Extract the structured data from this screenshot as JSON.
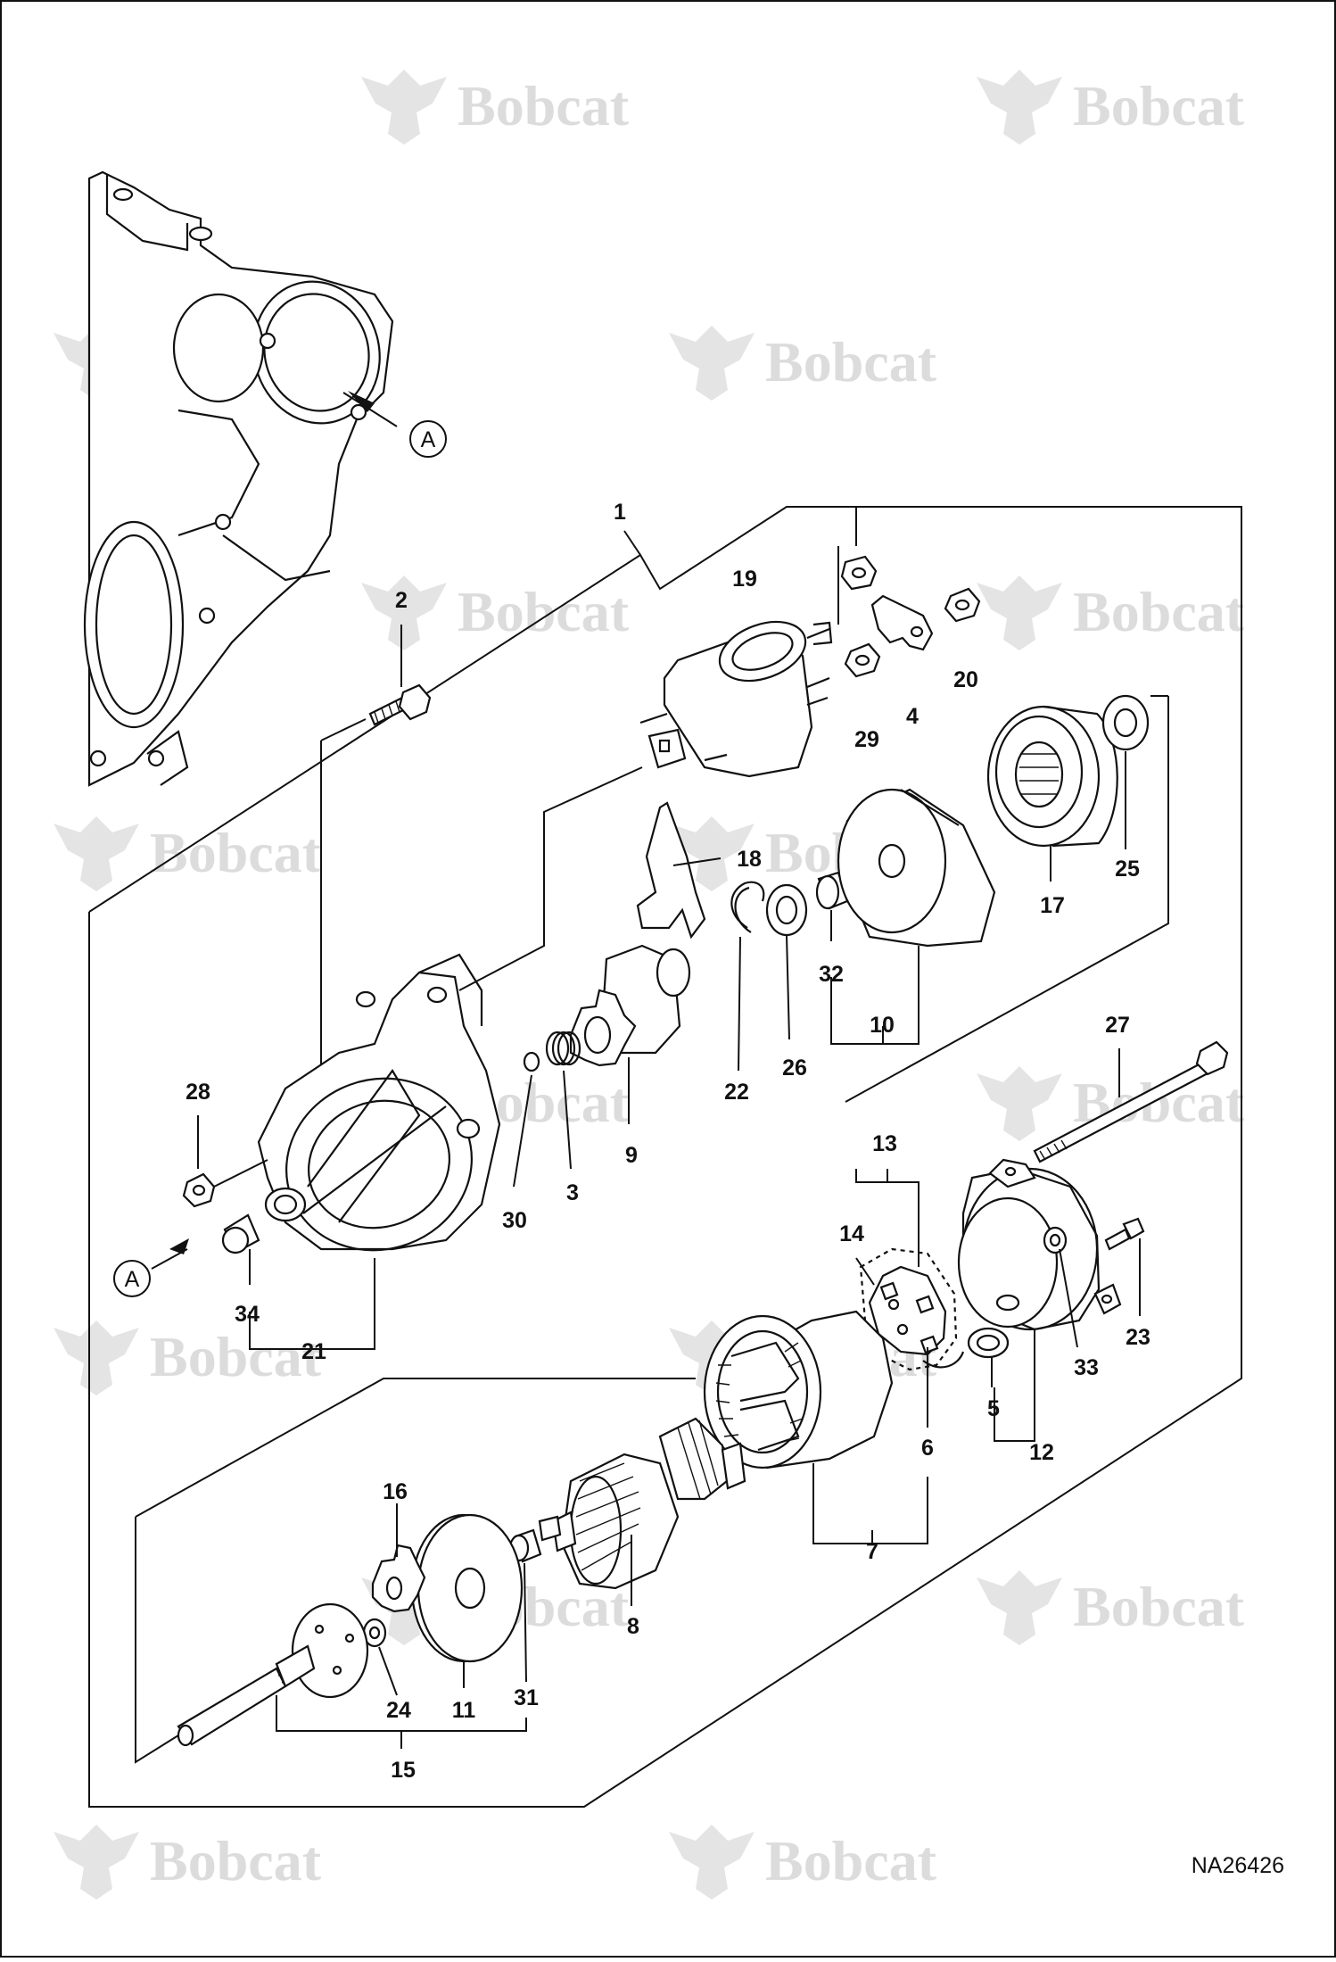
{
  "diagram": {
    "reference_code": "NA26426",
    "watermark_text": "Bobcat",
    "callout_letter": "A",
    "part_labels": {
      "p1": "1",
      "p2": "2",
      "p3": "3",
      "p4": "4",
      "p5": "5",
      "p6": "6",
      "p7": "7",
      "p8": "8",
      "p9": "9",
      "p10": "10",
      "p11": "11",
      "p12": "12",
      "p13": "13",
      "p14": "14",
      "p15": "15",
      "p16": "16",
      "p17": "17",
      "p18": "18",
      "p19": "19",
      "p20": "20",
      "p21": "21",
      "p22": "22",
      "p23": "23",
      "p24": "24",
      "p25": "25",
      "p26": "26",
      "p27": "27",
      "p28": "28",
      "p29": "29",
      "p30": "30",
      "p31": "31",
      "p32": "32",
      "p33": "33",
      "p34": "34"
    }
  }
}
